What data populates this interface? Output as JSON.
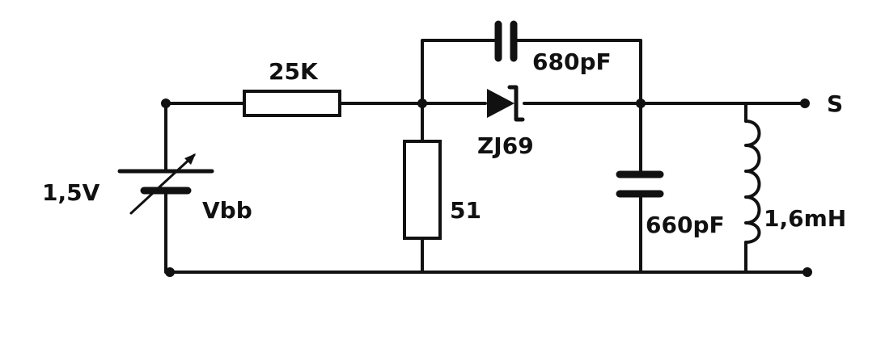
{
  "labels": {
    "battery_voltage": "1,5V",
    "battery_name": "Vbb",
    "resistor_series": "25K",
    "resistor_shunt": "51",
    "capacitor_feedback": "680pF",
    "diode": "ZJ69",
    "capacitor_shunt": "660pF",
    "inductor": "1,6mH",
    "output_terminal": "S"
  }
}
